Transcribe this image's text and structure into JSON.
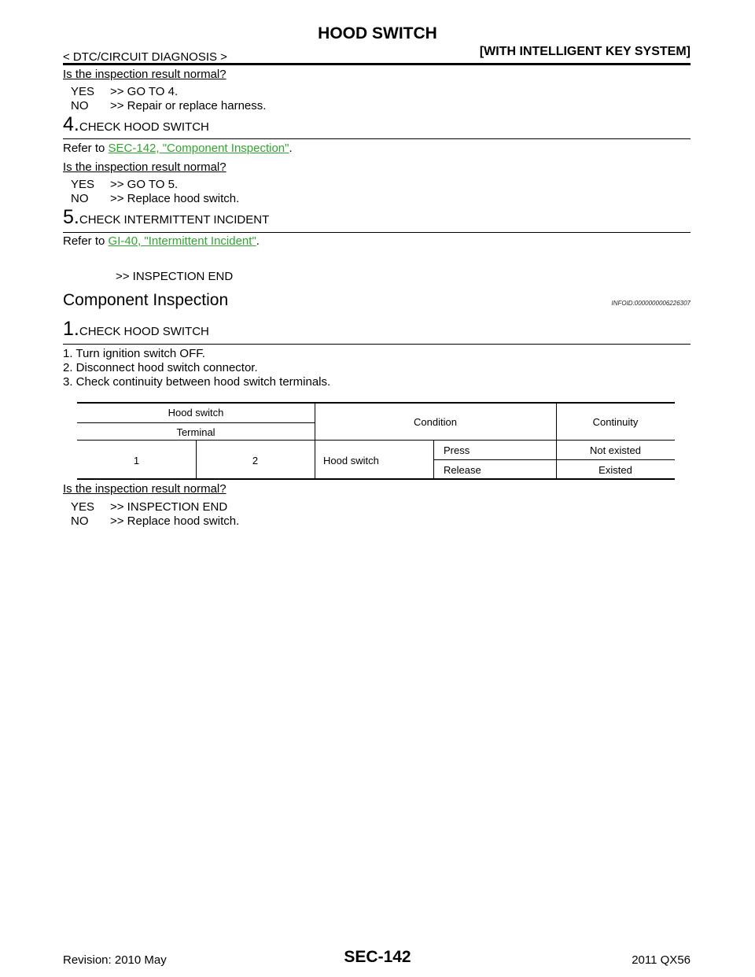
{
  "header": {
    "title": "HOOD SWITCH",
    "breadcrumb": "< DTC/CIRCUIT DIAGNOSIS >",
    "section": "[WITH INTELLIGENT KEY SYSTEM]"
  },
  "top": {
    "question": "Is the inspection result normal?",
    "yes": {
      "key": "YES",
      "text": ">> GO TO 4."
    },
    "no": {
      "key": "NO",
      "text": ">> Repair or replace harness."
    }
  },
  "step4": {
    "num": "4.",
    "title": "CHECK HOOD SWITCH",
    "refer_prefix": "Refer to ",
    "link": "SEC-142, \"Component Inspection\"",
    "refer_suffix": ".",
    "question": "Is the inspection result normal?",
    "yes": {
      "key": "YES",
      "text": ">> GO TO 5."
    },
    "no": {
      "key": "NO",
      "text": ">> Replace hood switch."
    }
  },
  "step5": {
    "num": "5.",
    "title": "CHECK INTERMITTENT INCIDENT",
    "refer_prefix": "Refer to ",
    "link": "GI-40, \"Intermittent Incident\"",
    "refer_suffix": ".",
    "end": ">> INSPECTION END"
  },
  "component": {
    "heading": "Component Inspection",
    "infoid": "INFOID:0000000006226307",
    "num": "1.",
    "title": "CHECK HOOD SWITCH",
    "steps": [
      "1. Turn ignition switch OFF.",
      "2. Disconnect hood switch connector.",
      "3. Check continuity between hood switch terminals."
    ],
    "table": {
      "h_hood_switch": "Hood switch",
      "h_terminal": "Terminal",
      "h_condition": "Condition",
      "h_continuity": "Continuity",
      "term_a": "1",
      "term_b": "2",
      "cond_label": "Hood switch",
      "rows": [
        {
          "state": "Press",
          "continuity": "Not existed"
        },
        {
          "state": "Release",
          "continuity": "Existed"
        }
      ]
    },
    "question": "Is the inspection result normal?",
    "yes": {
      "key": "YES",
      "text": ">> INSPECTION END"
    },
    "no": {
      "key": "NO",
      "text": ">> Replace hood switch."
    }
  },
  "footer": {
    "revision": "Revision: 2010 May",
    "page": "SEC-142",
    "model": "2011 QX56"
  }
}
